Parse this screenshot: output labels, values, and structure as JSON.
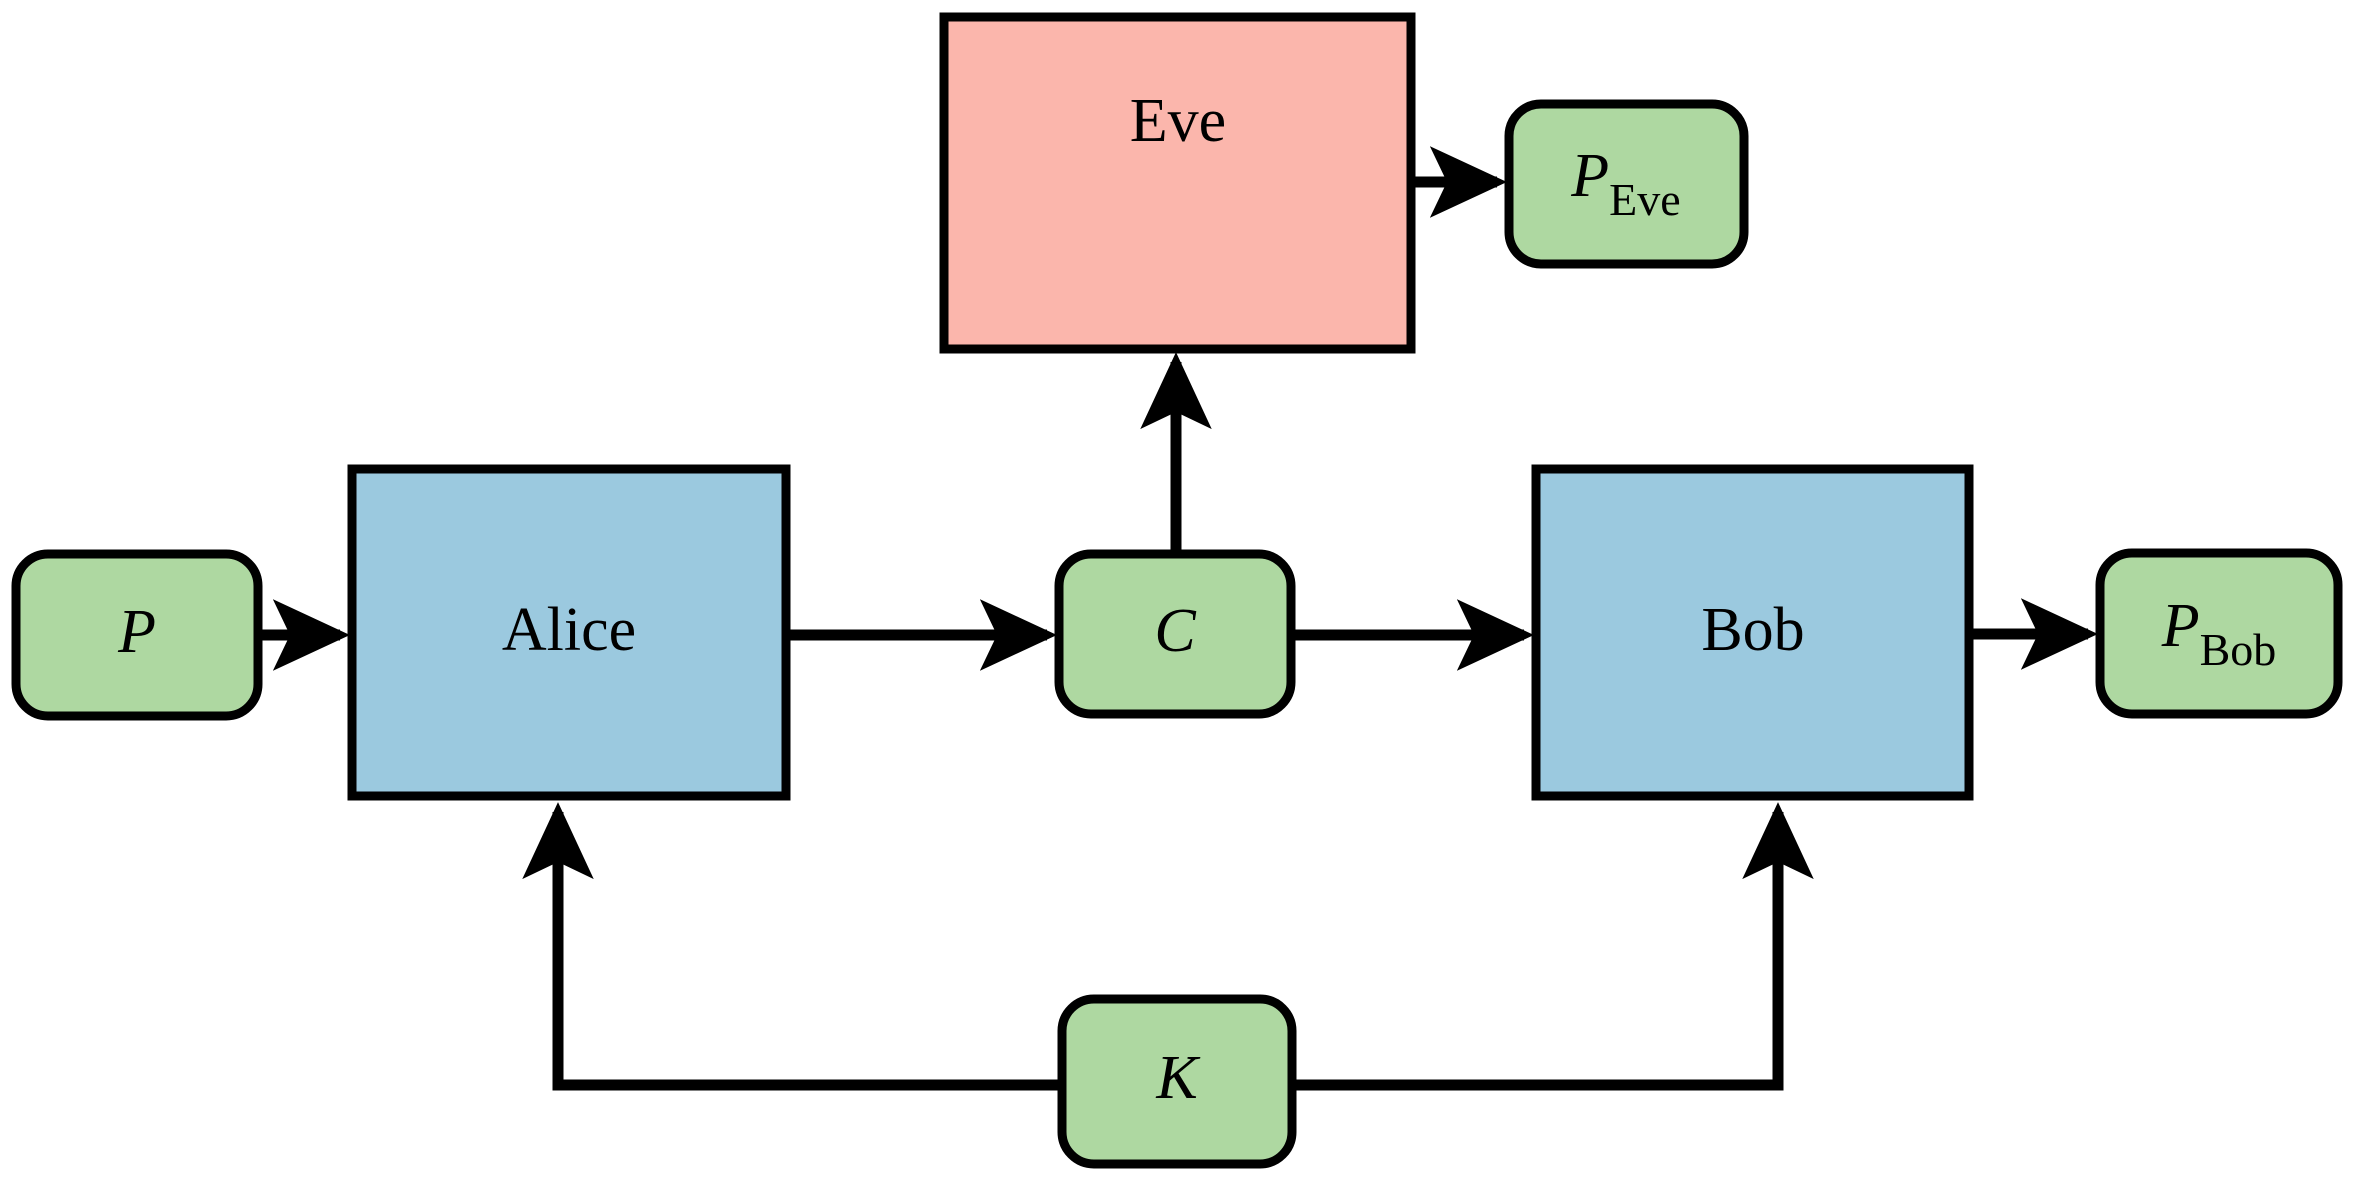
{
  "diagram": {
    "title": "Symmetric-key encryption with eavesdropper",
    "background": "#ffffff",
    "stroke_color": "#000000",
    "palette": {
      "party_blue": "#9BC9DF",
      "adversary_pink": "#FBB6AC",
      "data_green": "#AED8A1",
      "outline": "#000000"
    },
    "nodes": {
      "plaintext_in": {
        "label": "P",
        "label_main": "P",
        "label_sub": "",
        "shape": "rounded-rect",
        "fill": "#AED8A1",
        "style": "italic"
      },
      "alice": {
        "label": "Alice",
        "shape": "rect",
        "fill": "#9BC9DF",
        "style": "roman"
      },
      "ciphertext": {
        "label": "C",
        "label_main": "C",
        "label_sub": "",
        "shape": "rounded-rect",
        "fill": "#AED8A1",
        "style": "italic"
      },
      "bob": {
        "label": "Bob",
        "shape": "rect",
        "fill": "#9BC9DF",
        "style": "roman"
      },
      "eve": {
        "label": "Eve",
        "shape": "rect",
        "fill": "#FBB6AC",
        "style": "roman"
      },
      "plaintext_eve": {
        "label": "P_Eve",
        "label_main": "P",
        "label_sub": "Eve",
        "shape": "rounded-rect",
        "fill": "#AED8A1",
        "style": "italic-with-roman-subscript"
      },
      "plaintext_bob": {
        "label": "P_Bob",
        "label_main": "P",
        "label_sub": "Bob",
        "shape": "rounded-rect",
        "fill": "#AED8A1",
        "style": "italic-with-roman-subscript"
      },
      "key": {
        "label": "K",
        "label_main": "K",
        "label_sub": "",
        "shape": "rounded-rect",
        "fill": "#AED8A1",
        "style": "italic"
      }
    },
    "edges": [
      {
        "id": "p-to-alice",
        "from": "plaintext_in",
        "to": "alice",
        "arrow": true,
        "direction": "right"
      },
      {
        "id": "alice-to-c",
        "from": "alice",
        "to": "ciphertext",
        "arrow": true,
        "direction": "right"
      },
      {
        "id": "c-to-bob",
        "from": "ciphertext",
        "to": "bob",
        "arrow": true,
        "direction": "right"
      },
      {
        "id": "bob-to-pbob",
        "from": "bob",
        "to": "plaintext_bob",
        "arrow": true,
        "direction": "right"
      },
      {
        "id": "c-to-eve",
        "from": "ciphertext",
        "to": "eve",
        "arrow": true,
        "direction": "up"
      },
      {
        "id": "eve-to-peve",
        "from": "eve",
        "to": "plaintext_eve",
        "arrow": true,
        "direction": "right"
      },
      {
        "id": "k-to-alice",
        "from": "key",
        "to": "alice",
        "arrow": true,
        "direction": "left-then-up"
      },
      {
        "id": "k-to-bob",
        "from": "key",
        "to": "bob",
        "arrow": true,
        "direction": "right-then-up"
      }
    ]
  }
}
